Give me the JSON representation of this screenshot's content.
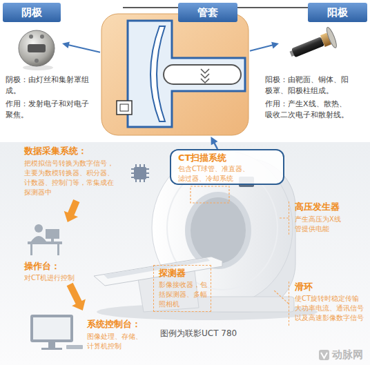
{
  "diagram": {
    "caption": "图例为联影UCT 780",
    "nodes": [
      {
        "text": [
          "阴极"
        ]
      },
      {
        "text": [
          "管套"
        ]
      },
      {
        "text": [
          "阳极"
        ]
      },
      {
        "text": [
          "数据采集系统：",
          "把模拟信号转换为数字信号，主要为数模转换器、积分器、计数器、控制门等，常集成在探测器中"
        ]
      },
      {
        "text": [
          "CT扫描系统",
          "包含CT球管、准直器、滤过器、冷却系统"
        ]
      },
      {
        "text": [
          "操作台：",
          "对CT机进行控制"
        ]
      },
      {
        "text": [
          "高压发生器",
          "产生高压为X线管提供电能"
        ]
      },
      {
        "text": [
          "探测器",
          "影像接收器，包括探测器、多幅照相机"
        ]
      },
      {
        "text": [
          "滑环",
          "使CT旋转时稳定传输大功率电流、通讯信号以及高速影像数字信号"
        ]
      },
      {
        "text": [
          "系统控制台：",
          "图像处理、存储、计算机控制"
        ]
      }
    ],
    "edges": [
      {
        "from": 1,
        "to": 0,
        "arrow": "to"
      },
      {
        "from": 1,
        "to": 2,
        "arrow": "to"
      },
      {
        "from": 4,
        "to": 1,
        "arrow": "to"
      },
      {
        "from": 3,
        "to": 5,
        "arrow": "to"
      },
      {
        "from": 5,
        "to": 9,
        "arrow": "to"
      }
    ],
    "labels": [
      "阴极：由灯丝和集射罩组成。",
      "作用：发射电子和对电子聚焦。",
      "阳极：由靶面、铜体、阳极罩、阳极柱组成。",
      "作用：产生X线、散热、吸收二次电子和散射线。",
      "动脉网"
    ]
  }
}
